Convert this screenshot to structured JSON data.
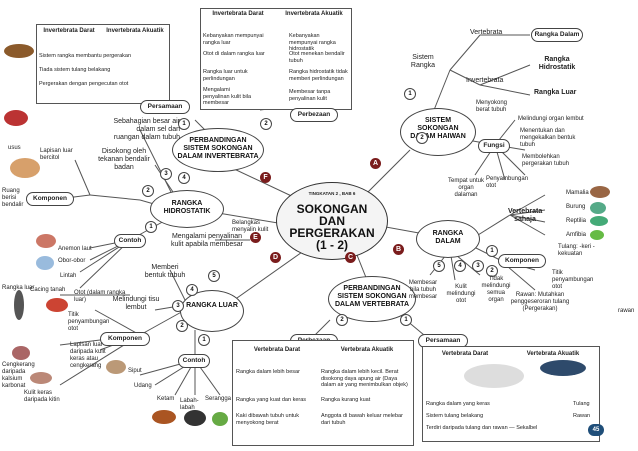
{
  "center": {
    "chapter": "TINGKATAN 2 , BAB 6",
    "title_1": "SOKONGAN",
    "title_2": "DAN",
    "title_3": "PERGERAKAN",
    "title_4": "(1 - 2)"
  },
  "letters": {
    "a": "A",
    "b": "B",
    "c": "C",
    "d": "D",
    "e": "E",
    "f": "F"
  },
  "nodes": {
    "perbandingan_invert": "PERBANDINGAN SISTEM SOKONGAN DALAM INVERTEBRATA",
    "sistem_haiwan": "SISTEM SOKONGAN DALAM HAIWAN",
    "rangka_hidrostatik": "RANGKA HIDROSTATIK",
    "rangka_dalam": "RANGKA DALAM",
    "rangka_luar": "RANGKA LUAR",
    "perbandingan_vert": "PERBANDINGAN SISTEM SOKONGAN DALAM VERTEBRATA"
  },
  "labels": {
    "sebahagian": "Sebahagian besar air dalam sel dan ruangan dalam tubuh",
    "disokong": "Disokong oleh tekanan bendalir badan",
    "komponen": "Komponen",
    "contoh": "Contoh",
    "lapisan_luar": "Lapisan luar bercitol",
    "ruang": "Ruang berisi bendalir",
    "usus": "usus",
    "anemon": "Anemon laut",
    "obor": "Obor-obor",
    "lintah": "Lintah",
    "cacing": "Cacing tanah",
    "belangkas": "Belangkas menyalin kulit",
    "mengalami": "Mengalami penyalinan kulit apabila membesar",
    "memberi": "Memberi bentuk tubuh",
    "melindungi": "Melindungi tisu lembut",
    "rangka_luar_lbl": "Rangka luar",
    "otot_luar": "Otot (dalam rangka luar)",
    "titik": "Titik penyambungan otot",
    "komponen2": "Komponen",
    "lapisan_kitin": "Lapisan luar daripada kulit keras atau cengkerang",
    "cengkerang": "Cengkerang daripada kalsium karbonat",
    "kulit_keras": "Kulit keras daripada kitin",
    "contoh2": "Contoh",
    "siput": "Siput",
    "udang": "Udang",
    "ketam": "Ketam",
    "labah": "Labah-labah",
    "serangga": "Serangga",
    "sistem_rangka": "Sistem Rangka",
    "vertebrata": "Vertebrata",
    "invertebrata": "Invertebrata",
    "rangka_dalam_lbl": "Rangka Dalam",
    "rangka_hidro_lbl": "Rangka Hidrostatik",
    "rangka_luar_lbl2": "Rangka Luar",
    "fungsi": "Fungsi",
    "menyokong": "Menyokong berat tubuh",
    "melindungi_organ": "Melindungi organ lembut",
    "menentukan": "Menentukan dan mengekalkan bentuk tubuh",
    "membolehkan": "Membolehkan pergerakan tubuh",
    "tempat": "Tempat untuk organ dalaman",
    "penyambungan": "Penyambungan otot",
    "vertebrata_sahaja": "Vertebrata sahaja",
    "mamalia": "Mamalia",
    "burung": "Burung",
    "reptilia": "Reptilia",
    "amfibia": "Amfibia",
    "komponen3": "Komponen",
    "tulang": "Tulang: -keri -kekuatan",
    "titik2": "Titik penyambungan otot",
    "rawan": "Rawan: Mutahkan penggeseroran tulang (Pergerakan)",
    "membesar": "Membesar bila tubuh membesar",
    "kulit_lindung": "Kulit melindungi otot",
    "tidak": "Tidak melindungi semua organ",
    "rawan2": "rawan",
    "perbezaan_top": "Perbezaan",
    "persamaan_top": "Persamaan",
    "perbezaan_bot": "Perbezaan",
    "persamaan_bot": "Persamaan"
  },
  "tables": {
    "top_left": {
      "head_1": "Invertebrata Darat",
      "head_2": "Invertebrata Akuatik",
      "rows": [
        "Sistem rangka membantu pergerakan",
        "Tiada sistem tulang belakang",
        "Pergerakan dengan pengecutan otot"
      ]
    },
    "top_mid": {
      "head_1": "Invertebrata Darat",
      "head_2": "Invertebrata Akuatik",
      "left": [
        "Kebanyakan mempunyai rangka luar",
        "Otot di dalam rangka luar",
        "Rangka luar untuk perlindungan",
        "Mengalami penyalinan kulit bila membesar"
      ],
      "right": [
        "Kebanyakan mempunyai rangka hidrostatik",
        "Otot menekan bendalir tubuh",
        "Rangka hidrostatik tidak memberi perlindungan",
        "Membesar tanpa penyalinan kulit"
      ]
    },
    "bot_mid": {
      "head_1": "Vertebrata Darat",
      "head_2": "Vertebrata Akuatik",
      "left": [
        "Rangka dalam lebih besar",
        "Rangka yang kuat dan keras",
        "Kaki dibawah tubuh untuk menyokong berat"
      ],
      "right": [
        "Rangka dalam lebih kecil. Berat disokong daya apung air (Daya dalam air yang menimbulkan objek)",
        "Rangka kurang kuat",
        "Anggota di bawah keluar melebar dari tubuh"
      ]
    },
    "bot_right": {
      "head_1": "Vertebrata Darat",
      "head_2": "Vertebrata Akuatik",
      "rows": [
        "Rangka dalam yang keras",
        "Sistem tulang belakang",
        "Terdiri daripada tulang dan rawan — Sekalbel"
      ],
      "tags": [
        "Tulang belakang",
        "Tulang",
        "Rawan"
      ]
    }
  },
  "page_number": "45",
  "colors": {
    "badge": "#7a1c1c",
    "line": "#555555",
    "page": "#1f4e79"
  }
}
